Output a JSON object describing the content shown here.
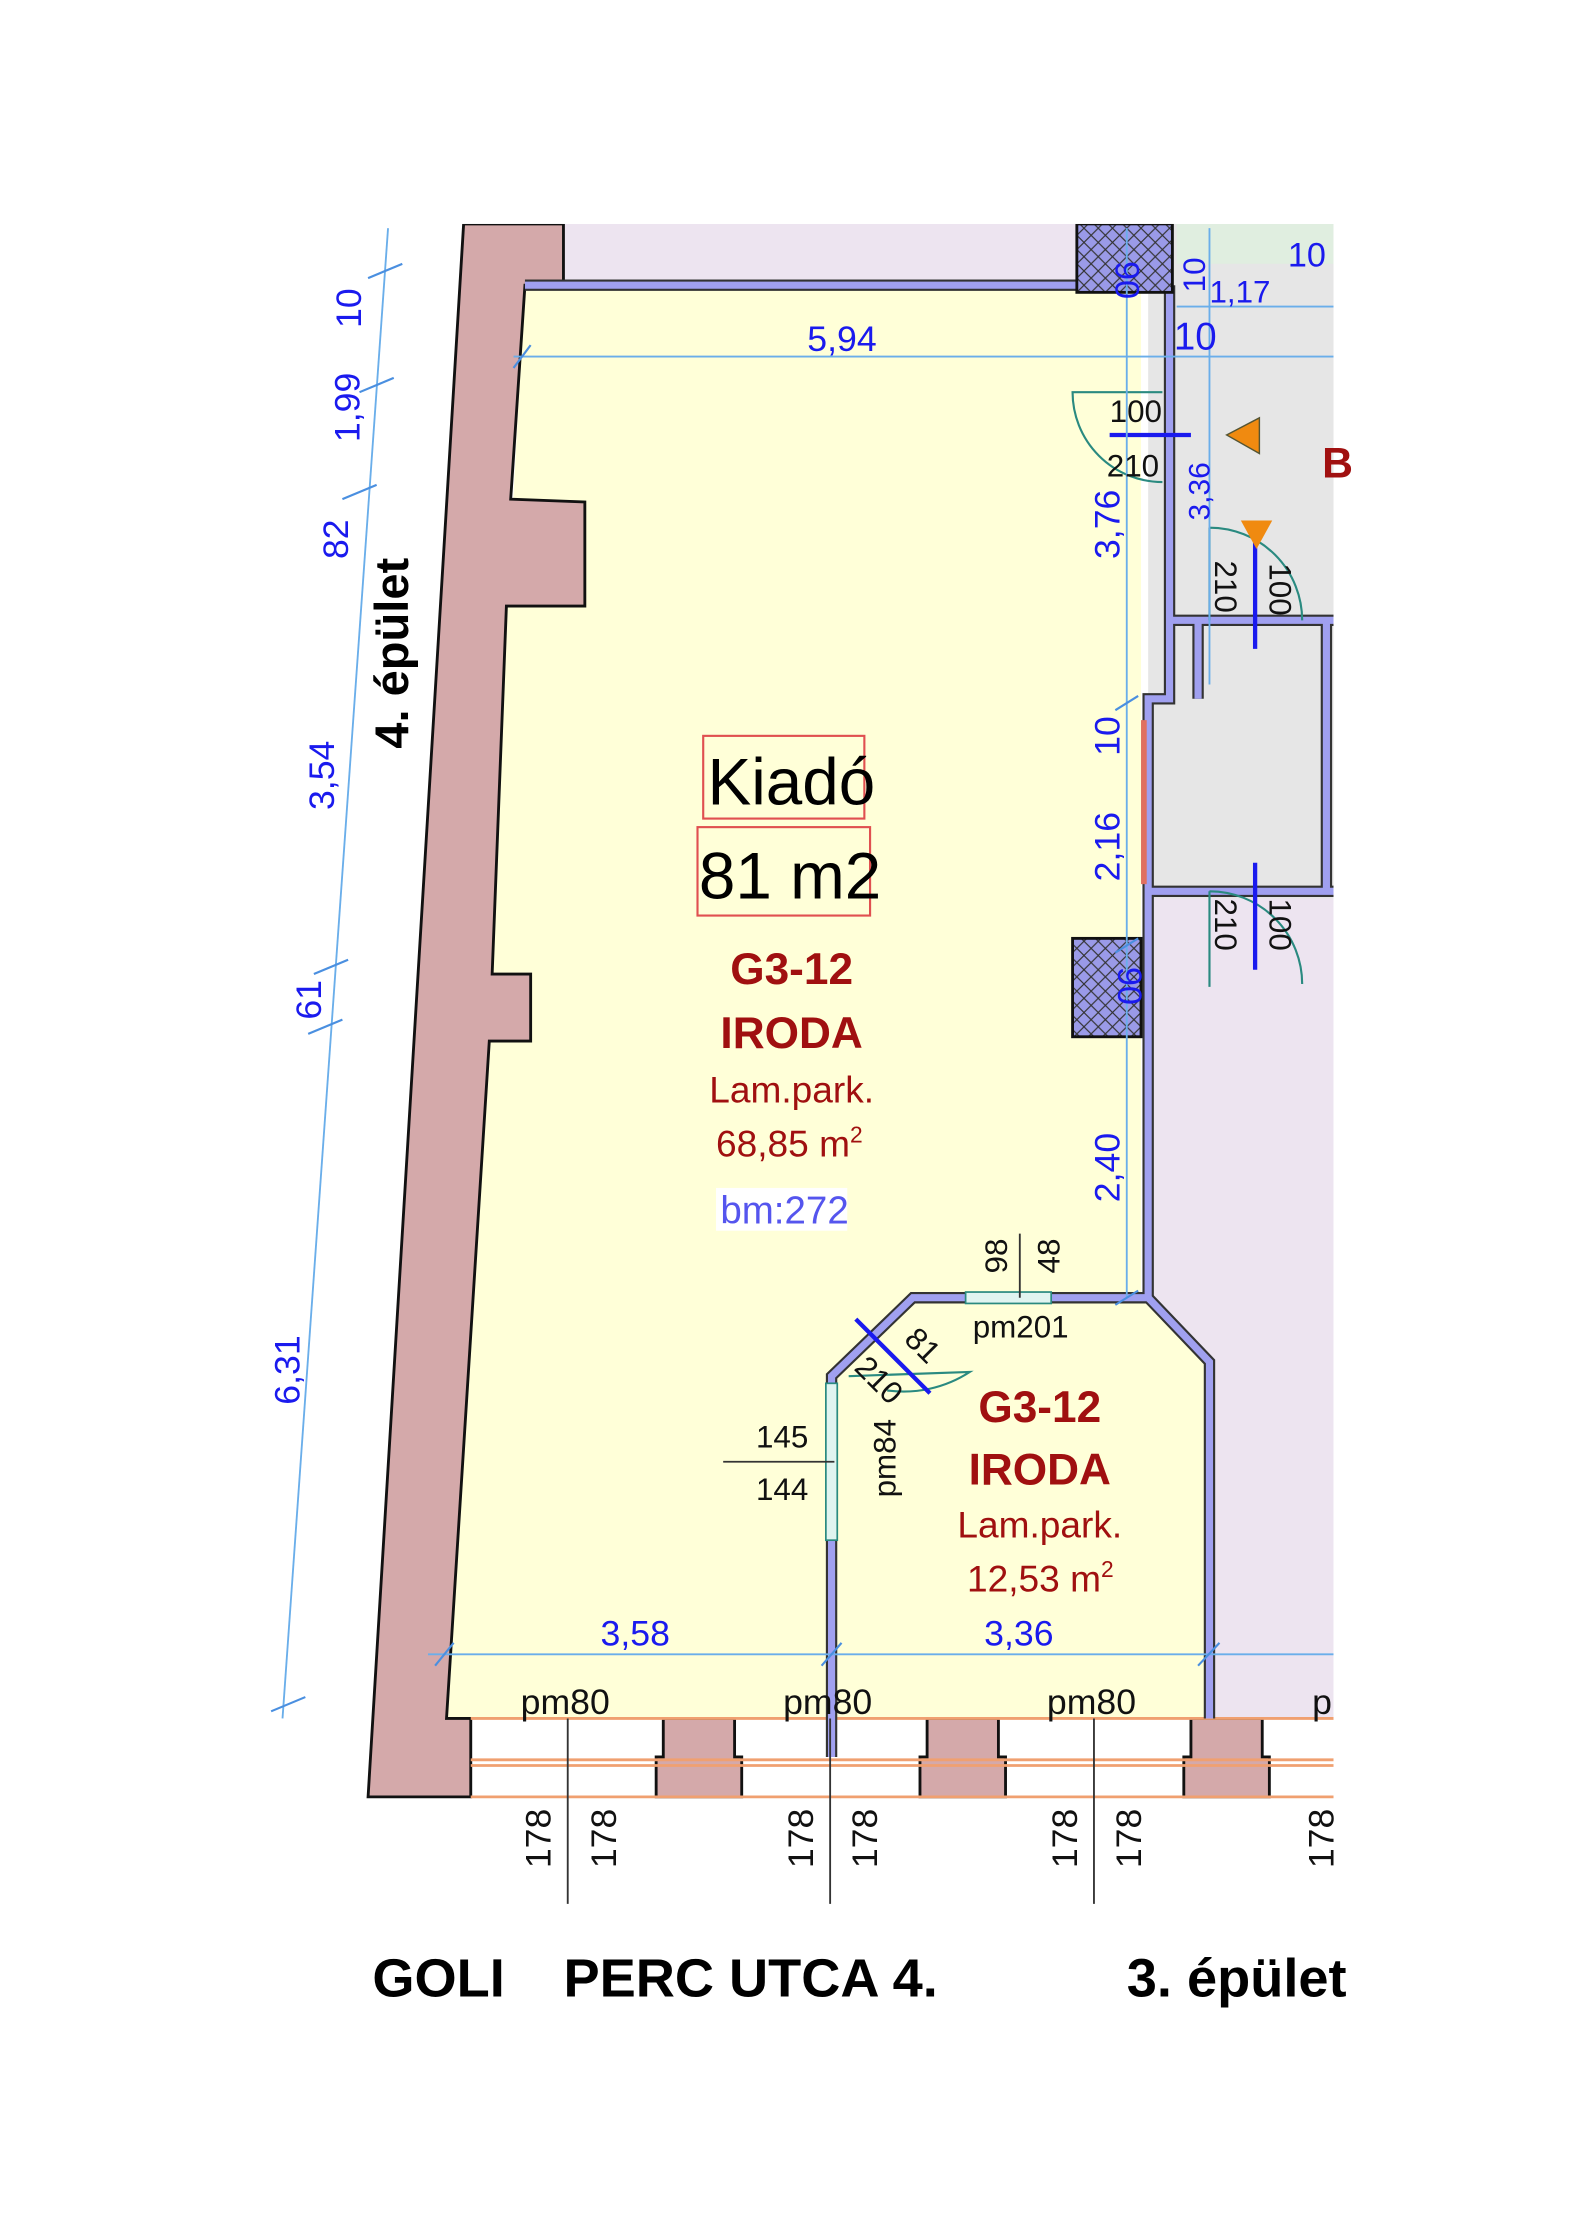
{
  "plan": {
    "rental": {
      "status": "Kiadó",
      "size": "81 m2"
    },
    "room_main": {
      "id": "G3-12",
      "type": "IRODA",
      "floor": "Lam.park.",
      "area": "68,85 m",
      "area_sup": "2",
      "height": "bm:272"
    },
    "room_small": {
      "id": "G3-12",
      "type": "IRODA",
      "floor": "Lam.park.",
      "area": "12,53 m",
      "area_sup": "2"
    },
    "left_chain": [
      "10",
      "1,99",
      "82",
      "3,54",
      "61",
      "6,31"
    ],
    "building_left": "4. épület",
    "dims_top": {
      "width": "5,94",
      "d10a": "10",
      "d117": "1,17",
      "d10b": "10",
      "d10c": "10"
    },
    "dims_right": {
      "d376": "3,76",
      "d336": "3,36",
      "d10": "10",
      "d216": "2,16",
      "d240": "2,40"
    },
    "columns": [
      "90",
      "90"
    ],
    "doors": [
      {
        "width": "100",
        "height": "210"
      },
      {
        "width": "100",
        "height": "210"
      },
      {
        "width": "100",
        "height": "210"
      },
      {
        "width": "81",
        "height": "210"
      }
    ],
    "window_pm201": {
      "label": "pm201",
      "a": "98",
      "b": "48"
    },
    "window_pm84": {
      "label": "pm84",
      "a": "145",
      "b": "144"
    },
    "dims_bottom": [
      "3,58",
      "3,36"
    ],
    "bottom_windows": [
      "pm80",
      "pm80",
      "pm80",
      "p"
    ],
    "sill_heights": [
      "178",
      "178",
      "178",
      "178",
      "178",
      "178",
      "178"
    ],
    "street": {
      "left": "GOLI",
      "name": "PERC UTCA 4.",
      "building_right": "3. épület"
    },
    "partial_label": "B"
  },
  "colors": {
    "room": "#ffffd8",
    "wall": "#d4a9aa",
    "partition": "#a0a0f0",
    "dimension": "#1a1aee",
    "room_text": "#a01010"
  }
}
